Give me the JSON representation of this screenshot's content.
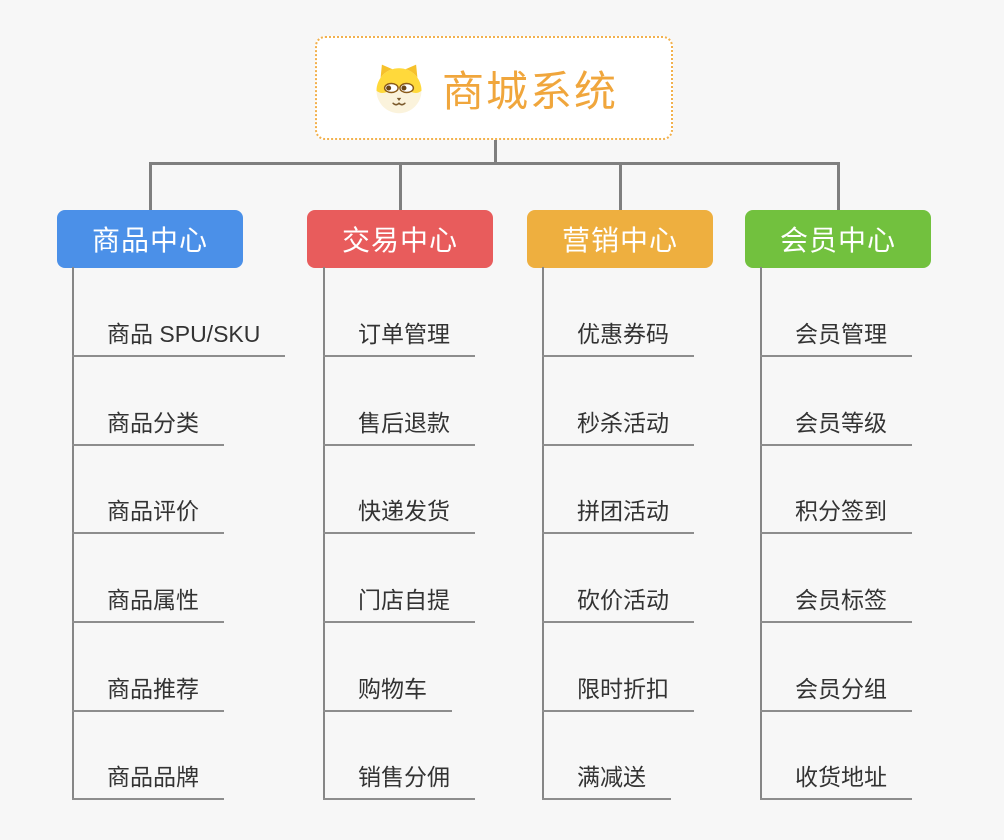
{
  "page": {
    "background_color": "#f7f7f7",
    "connector_color": "#7f7f7f"
  },
  "root": {
    "title": "商城系统",
    "title_color": "#f0a63c",
    "border_color": "#f2b14d",
    "icon": "dog-face-icon"
  },
  "branches": [
    {
      "label": "商品中心",
      "color": "#4b90e8",
      "items": [
        "商品 SPU/SKU",
        "商品分类",
        "商品评价",
        "商品属性",
        "商品推荐",
        "商品品牌"
      ]
    },
    {
      "label": "交易中心",
      "color": "#e85c5c",
      "items": [
        "订单管理",
        "售后退款",
        "快递发货",
        "门店自提",
        "购物车",
        "销售分佣"
      ]
    },
    {
      "label": "营销中心",
      "color": "#eeaf3f",
      "items": [
        "优惠券码",
        "秒杀活动",
        "拼团活动",
        "砍价活动",
        "限时折扣",
        "满减送"
      ]
    },
    {
      "label": "会员中心",
      "color": "#72c13e",
      "items": [
        "会员管理",
        "会员等级",
        "积分签到",
        "会员标签",
        "会员分组",
        "收货地址"
      ]
    }
  ]
}
